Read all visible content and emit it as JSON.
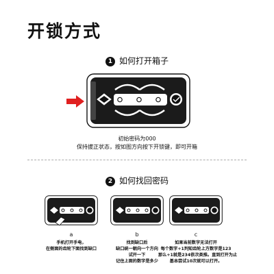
{
  "title": "开锁方式",
  "step1": {
    "number": "1",
    "heading": "如何打开箱子",
    "arrow_color": "#e02020",
    "lines": [
      "初始密码为000",
      "保持拔正状态，按如图方向按下开锁键，即可开箱"
    ]
  },
  "step2": {
    "number": "2",
    "heading": "如何找回密码",
    "panels": [
      {
        "letter": "a",
        "caption": [
          "手机打开手电，",
          "在侧面的齿轮下面找到缺口"
        ]
      },
      {
        "letter": "b",
        "caption": [
          "找到缺口后",
          "缺口统一朝向一个方向",
          "试开一下",
          "记住上面的数字是多少"
        ]
      },
      {
        "letter": "c",
        "caption": [
          "如果当前数字无法打开",
          "每个数字+1判知齿轮上方数字是123",
          "那么+1就是234依次类推。直到打开为止",
          "基本尝试10次就可以打开。"
        ]
      }
    ]
  },
  "colors": {
    "accent": "#e02020",
    "ink": "#111111"
  }
}
